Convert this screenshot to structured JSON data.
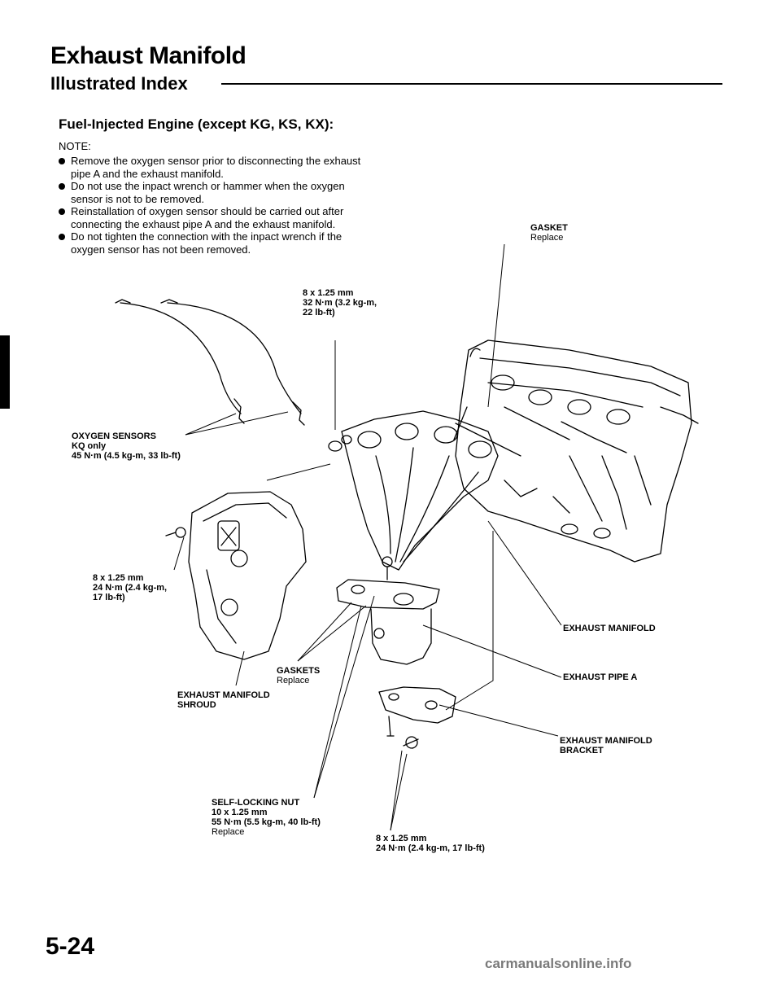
{
  "header": {
    "title": "Exhaust Manifold",
    "subtitle": "Illustrated Index"
  },
  "section": {
    "heading": "Fuel-Injected Engine (except KG, KS, KX):",
    "note_label": "NOTE:",
    "notes": [
      "Remove the oxygen sensor prior to disconnecting the exhaust pipe A and the exhaust manifold.",
      "Do not use the inpact wrench or hammer when the oxygen sensor is not to be removed.",
      "Reinstallation of oxygen sensor should be carried out after connecting the exhaust pipe A and the exhaust manifold.",
      "Do not tighten the connection with the inpact wrench if the oxygen sensor has not been removed."
    ]
  },
  "callouts": {
    "gasket_top": {
      "name": "GASKET",
      "note": "Replace"
    },
    "stud_top": {
      "size": "8 x 1.25 mm",
      "torque": "32 N·m (3.2 kg-m,",
      "torque2": "22 lb-ft)"
    },
    "oxygen_sensors": {
      "name": "OXYGEN SENSORS",
      "note": "KQ only",
      "torque": "45 N·m (4.5 kg-m, 33 lb-ft)"
    },
    "shroud_bolt": {
      "size": "8 x 1.25 mm",
      "torque": "24 N·m (2.4 kg-m,",
      "torque2": "17 lb-ft)"
    },
    "exhaust_manifold": {
      "name": "EXHAUST MANIFOLD"
    },
    "exhaust_pipe_a": {
      "name": "EXHAUST PIPE A"
    },
    "gaskets": {
      "name": "GASKETS",
      "note": "Replace"
    },
    "shroud": {
      "name": "EXHAUST MANIFOLD",
      "name2": "SHROUD"
    },
    "bracket": {
      "name": "EXHAUST MANIFOLD",
      "name2": "BRACKET"
    },
    "nut": {
      "name": "SELF-LOCKING NUT",
      "size": "10 x 1.25 mm",
      "torque": "55 N·m (5.5 kg-m, 40 lb-ft)",
      "note": "Replace"
    },
    "bracket_bolt": {
      "size": "8 x 1.25 mm",
      "torque": "24 N·m (2.4 kg-m, 17 lb-ft)"
    }
  },
  "page_number": "5-24",
  "footer": "carmanualsonline.info"
}
